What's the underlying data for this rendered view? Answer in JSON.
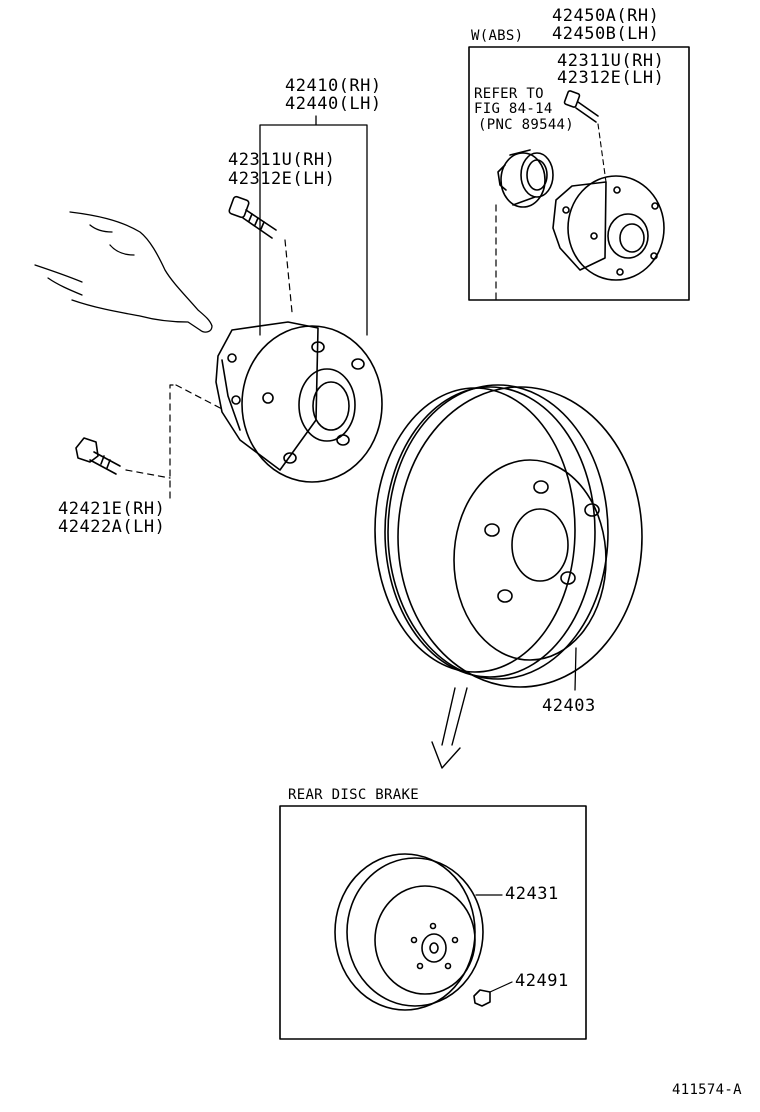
{
  "abs_inset": {
    "title": "W(ABS)",
    "hub": {
      "rh": "42450A(RH)",
      "lh": "42450B(LH)"
    },
    "bolt": {
      "rh": "42311U(RH)",
      "lh": "42312E(LH)"
    },
    "refer": [
      "REFER TO",
      "FIG 84-14",
      "(PNC 89544)"
    ]
  },
  "hub_assy": {
    "rh": "42410(RH)",
    "lh": "42440(LH)"
  },
  "hub_bolt": {
    "rh": "42311U(RH)",
    "lh": "42312E(LH)"
  },
  "mount_bolt": {
    "rh": "42421E(RH)",
    "lh": "42422A(LH)"
  },
  "drum": {
    "part": "42403"
  },
  "disc_inset": {
    "title": "REAR DISC BRAKE",
    "disc": "42431",
    "plug": "42491"
  },
  "figure_code": "411574-A",
  "colors": {
    "line": "#000000",
    "background": "#ffffff"
  }
}
